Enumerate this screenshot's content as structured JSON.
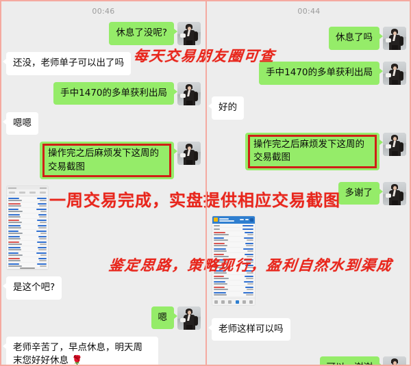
{
  "meta": {
    "accent_green": "#95ec69",
    "accent_red": "#e8261c",
    "frame_border": "#f5a9a0",
    "chat_bg": "#ededed"
  },
  "left_panel": {
    "timestamp": "00:46",
    "messages": [
      {
        "side": "out",
        "type": "text",
        "text": "休息了没呢?",
        "boxed": false,
        "avatar": "woman-in-suit-avatar"
      },
      {
        "side": "in",
        "type": "text",
        "text": "还没，老师单子可以出了吗",
        "boxed": false
      },
      {
        "side": "out",
        "type": "text",
        "text": "手中1470的多单获利出局",
        "boxed": false,
        "avatar": "woman-in-suit-avatar"
      },
      {
        "side": "in",
        "type": "text",
        "text": "嗯嗯",
        "boxed": false
      },
      {
        "side": "out",
        "type": "text",
        "text": "操作完之后麻烦发下这周的交易截图",
        "boxed": true,
        "avatar": "woman-in-suit-avatar"
      },
      {
        "side": "in",
        "type": "screenshot",
        "variant": "gray",
        "alt": "trading-order-list-screenshot"
      },
      {
        "side": "in",
        "type": "text",
        "text": "是这个吧?",
        "boxed": false
      },
      {
        "side": "out",
        "type": "text",
        "text": "嗯",
        "boxed": false,
        "avatar": "woman-in-suit-avatar"
      },
      {
        "side": "in",
        "type": "text",
        "text": "老师辛苦了，早点休息，明天周末您好好休息 🌹",
        "boxed": false
      }
    ]
  },
  "right_panel": {
    "timestamp": "00:44",
    "messages": [
      {
        "side": "out",
        "type": "text",
        "text": "休息了吗",
        "boxed": false,
        "avatar": "woman-in-suit-avatar"
      },
      {
        "side": "out",
        "type": "text",
        "text": "手中1470的多单获利出局",
        "boxed": false,
        "avatar": "woman-in-suit-avatar"
      },
      {
        "side": "in",
        "type": "text",
        "text": "好的",
        "boxed": false
      },
      {
        "side": "out",
        "type": "text",
        "text": "操作完之后麻烦发下这周的交易截图",
        "boxed": true,
        "avatar": "woman-in-suit-avatar"
      },
      {
        "side": "out",
        "type": "text",
        "text": "多谢了",
        "boxed": false,
        "avatar": "woman-in-suit-avatar"
      },
      {
        "side": "in",
        "type": "screenshot",
        "variant": "blue",
        "alt": "trading-order-list-screenshot"
      },
      {
        "side": "in",
        "type": "text",
        "text": "老师这样可以吗",
        "boxed": false
      },
      {
        "side": "out",
        "type": "text",
        "text": "可以，谢谢",
        "boxed": false,
        "avatar": "woman-in-suit-avatar"
      }
    ]
  },
  "annotations": [
    {
      "id": "anno1",
      "text": "每天交易朋友圈可查",
      "style": "brush"
    },
    {
      "id": "anno2",
      "text": "一周交易完成，实盘提供相应交易截图",
      "style": "block"
    },
    {
      "id": "anno3",
      "text": "鉴定思路，策略现行，盈利自然水到渠成",
      "style": "brush"
    }
  ]
}
